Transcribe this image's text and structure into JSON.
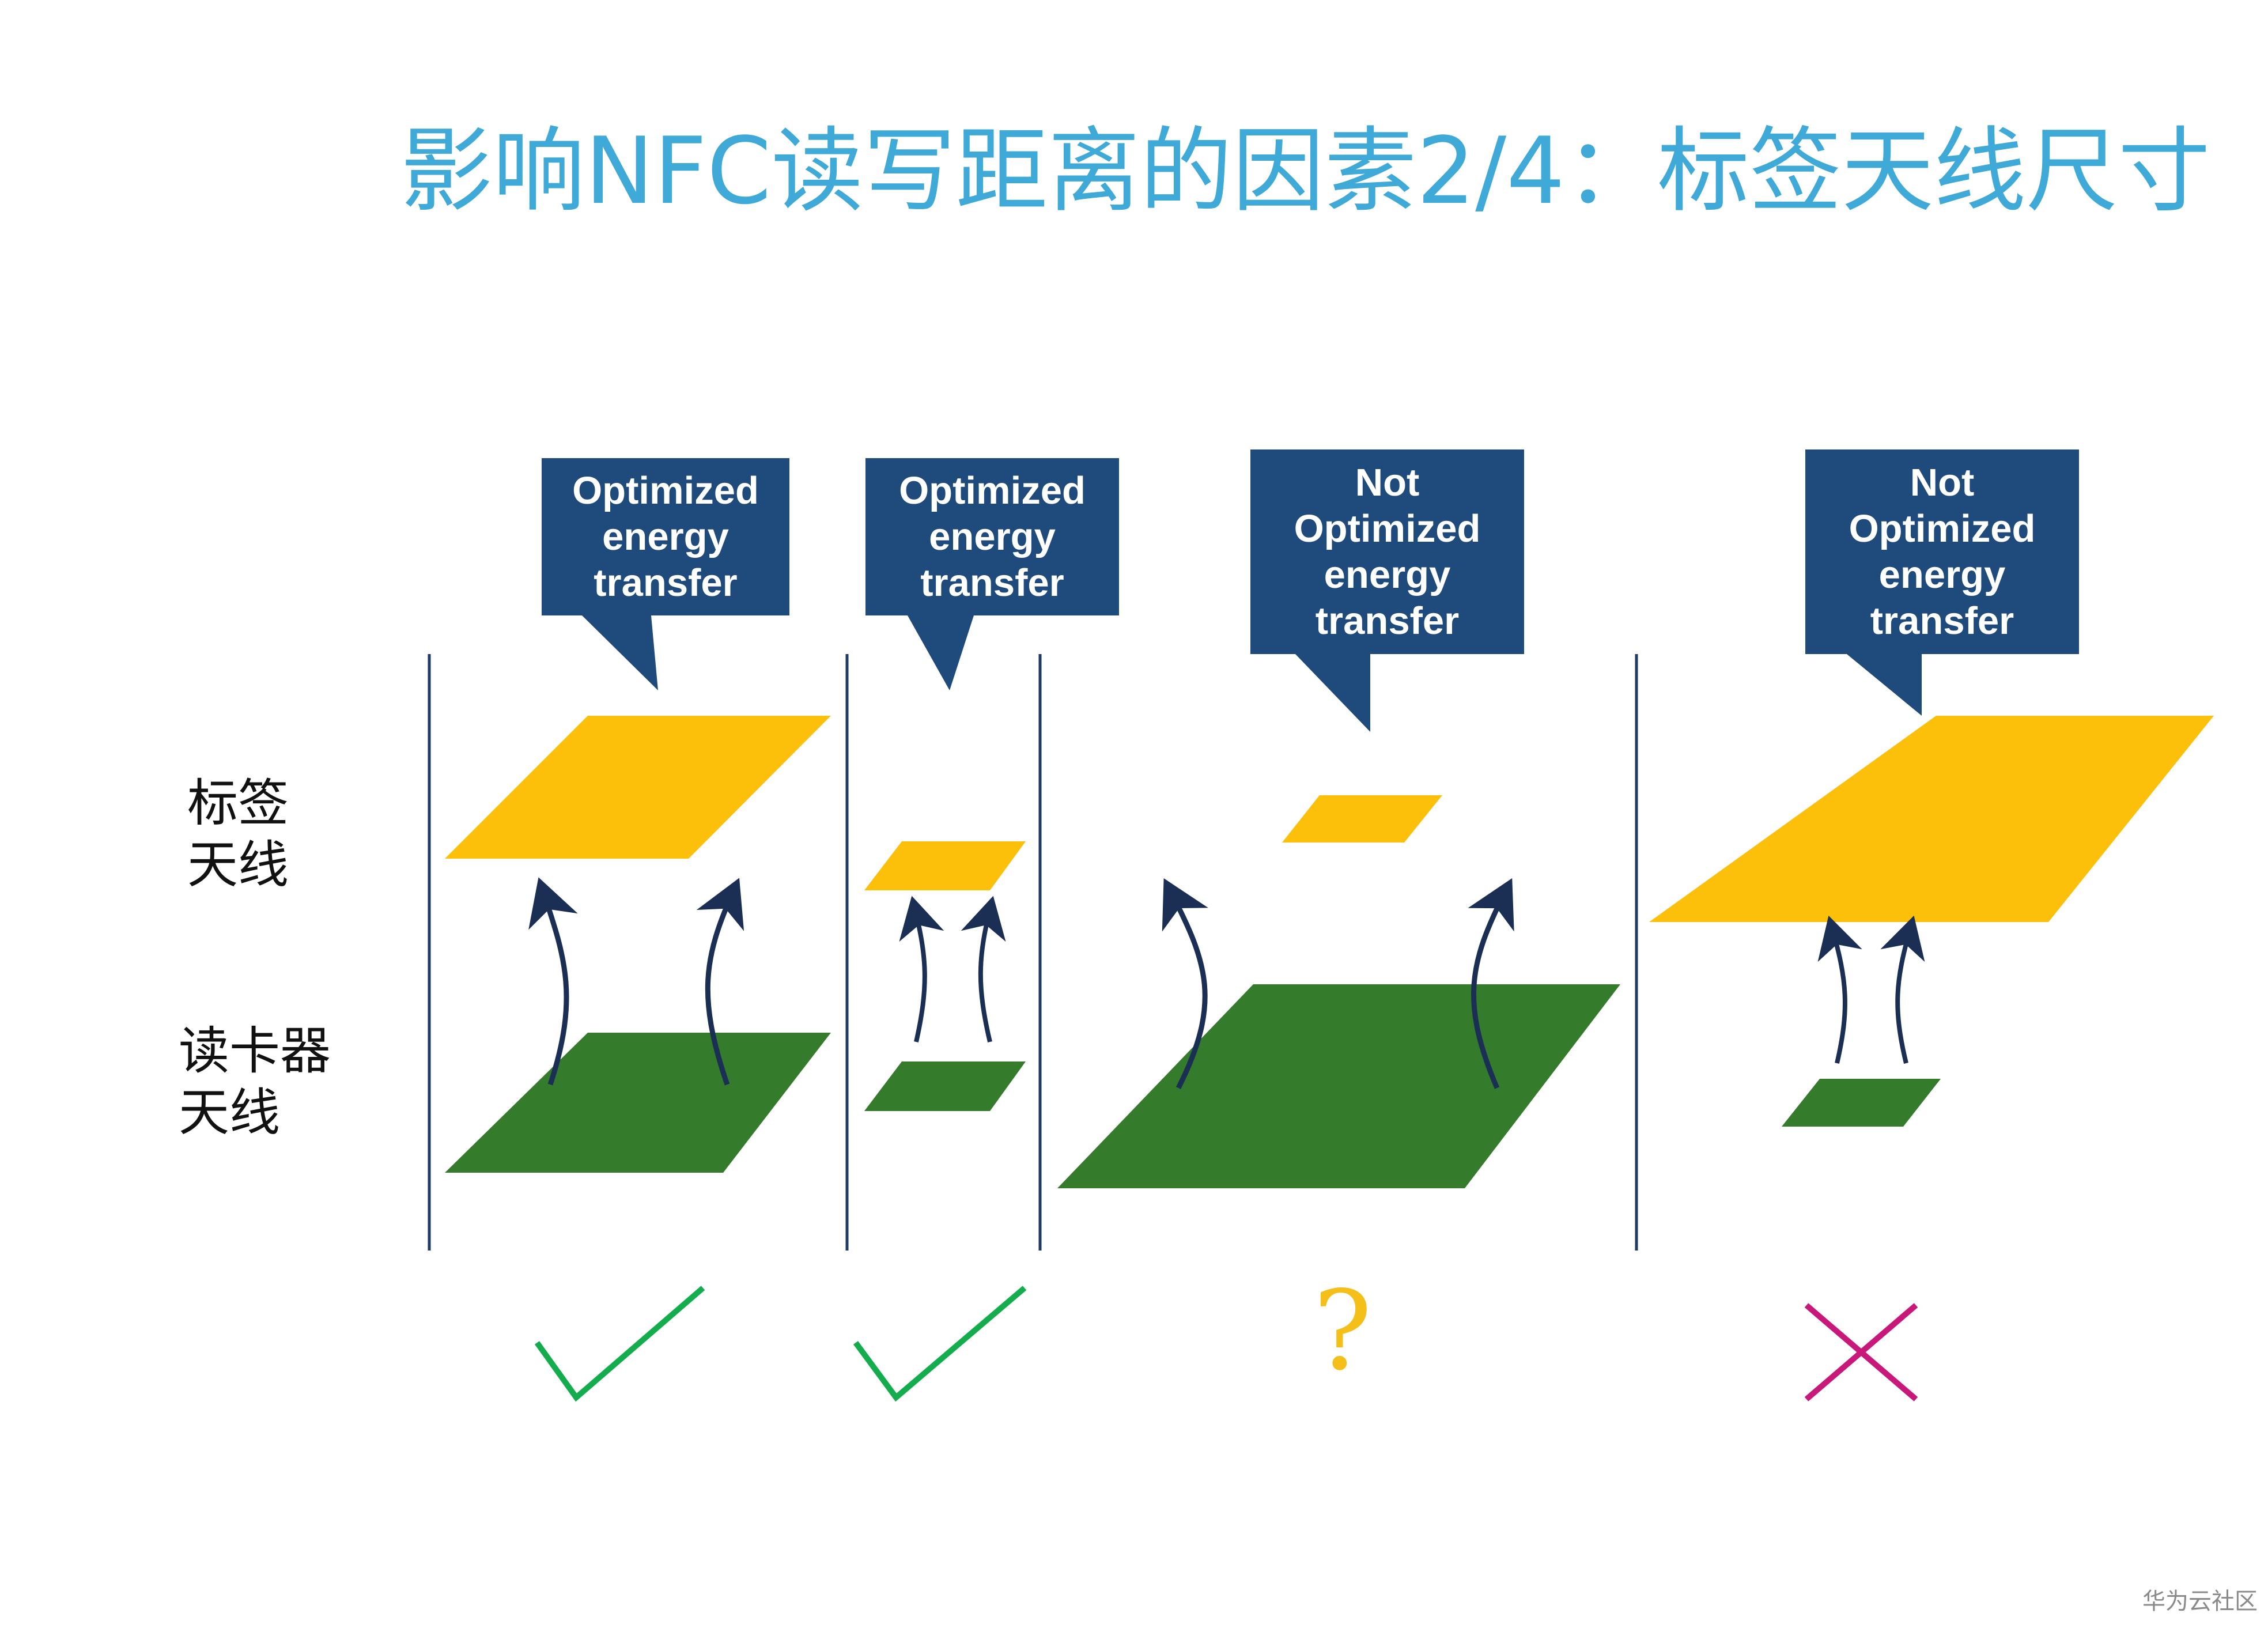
{
  "title": "影响NFC读写距离的因素2/4：标签天线尺寸",
  "row_labels": {
    "tag_antenna": [
      "标签",
      "天线"
    ],
    "reader_antenna": [
      "读卡器",
      "天线"
    ]
  },
  "scenarios": [
    {
      "callout": [
        "Optimized",
        "energy",
        "transfer"
      ],
      "tag_size": "large",
      "reader_size": "large",
      "result": "check"
    },
    {
      "callout": [
        "Optimized",
        "energy",
        "transfer"
      ],
      "tag_size": "small",
      "reader_size": "small",
      "result": "check"
    },
    {
      "callout": [
        "Not",
        "Optimized",
        "energy",
        "transfer"
      ],
      "tag_size": "small",
      "reader_size": "extra-large",
      "result": "?"
    },
    {
      "callout": [
        "Not",
        "Optimized",
        "energy",
        "transfer"
      ],
      "tag_size": "extra-large",
      "reader_size": "small",
      "result": "cross"
    }
  ],
  "watermark": "华为云社区",
  "colors": {
    "title": "#3fa9d8",
    "callout_bg": "#1f4a7c",
    "tag_antenna": "#fcbf0a",
    "reader_antenna": "#357b2c",
    "arrow": "#1b2f55",
    "divider": "#1f3a63",
    "check": "#13ad4d",
    "question": "#f5bf1a",
    "cross": "#c8197b"
  },
  "icons": [
    "check-icon",
    "question-icon",
    "cross-icon",
    "field-arrow-icon"
  ]
}
